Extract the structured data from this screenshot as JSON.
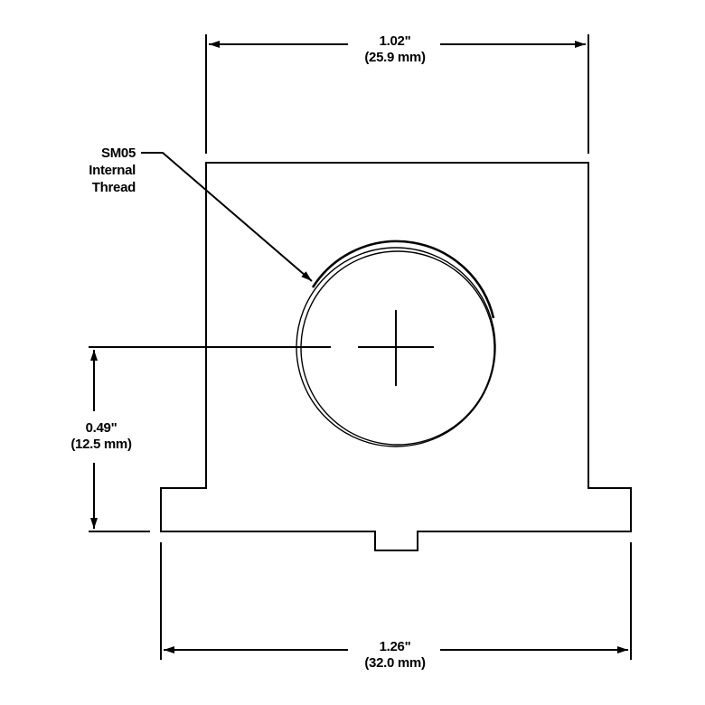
{
  "dimensions": {
    "top_width": {
      "imperial": "1.02\"",
      "metric": "(25.9 mm)"
    },
    "bottom_width": {
      "imperial": "1.26\"",
      "metric": "(32.0 mm)"
    },
    "center_height": {
      "imperial": "0.49\"",
      "metric": "(12.5 mm)"
    }
  },
  "callout": {
    "line1": "SM05",
    "line2": "Internal",
    "line3": "Thread"
  },
  "colors": {
    "line": "#000000",
    "background": "#ffffff"
  }
}
